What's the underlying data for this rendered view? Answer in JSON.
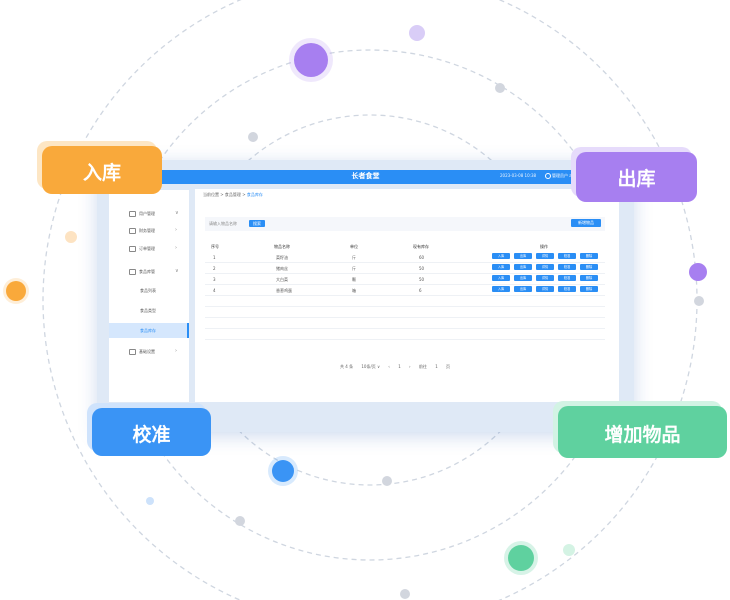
{
  "colors": {
    "primary": "#2a8ef5",
    "orange": "#f9a93b",
    "purple": "#a77ff0",
    "blue": "#3a94f5",
    "green": "#5fd19f"
  },
  "app": {
    "title": "长者食堂",
    "datetime": "2023-03-08 10:38",
    "user": "管理员户 admin"
  },
  "sidebar": {
    "menus": [
      {
        "label": "用户管理",
        "icon": "user-icon",
        "arrow": "∨"
      },
      {
        "label": "财务管理",
        "icon": "finance-icon",
        "arrow": "›"
      },
      {
        "label": "订单管理",
        "icon": "order-icon",
        "arrow": "›"
      },
      {
        "label": "食品库管",
        "icon": "warehouse-icon",
        "arrow": "∨"
      }
    ],
    "subitems": [
      {
        "label": "食品列表"
      },
      {
        "label": "食品类型"
      },
      {
        "label": "食品库存"
      }
    ],
    "bottom_menu": {
      "label": "基础设置",
      "icon": "settings-icon",
      "arrow": "›"
    }
  },
  "breadcrumb": {
    "home": "当前位置",
    "sep": ">",
    "parent": "食品管理",
    "current": "食品库存"
  },
  "search": {
    "placeholder": "请输入物品名称",
    "button": "搜索",
    "add_button": "新增物品"
  },
  "table": {
    "headers": [
      "序号",
      "物品名称",
      "单位",
      "现有库存",
      "操作"
    ],
    "rows": [
      {
        "no": "1",
        "name": "菜籽油",
        "unit": "斤",
        "stock": "60"
      },
      {
        "no": "2",
        "name": "猪肉丝",
        "unit": "斤",
        "stock": "50"
      },
      {
        "no": "3",
        "name": "大白菜",
        "unit": "颗",
        "stock": "50"
      },
      {
        "no": "4",
        "name": "香葱鸡蛋",
        "unit": "箱",
        "stock": "6"
      }
    ],
    "actions": [
      "入库",
      "出库",
      "详情",
      "校准",
      "删除"
    ]
  },
  "pager": {
    "total": "共 4 条",
    "page_size": "10条/页 ∨",
    "prev": "‹",
    "page": "1",
    "next": "›",
    "goto": "前往",
    "goto_page": "1",
    "page_unit": "页"
  },
  "tags": {
    "in": "入库",
    "out": "出库",
    "calibrate": "校准",
    "add": "增加物品"
  }
}
